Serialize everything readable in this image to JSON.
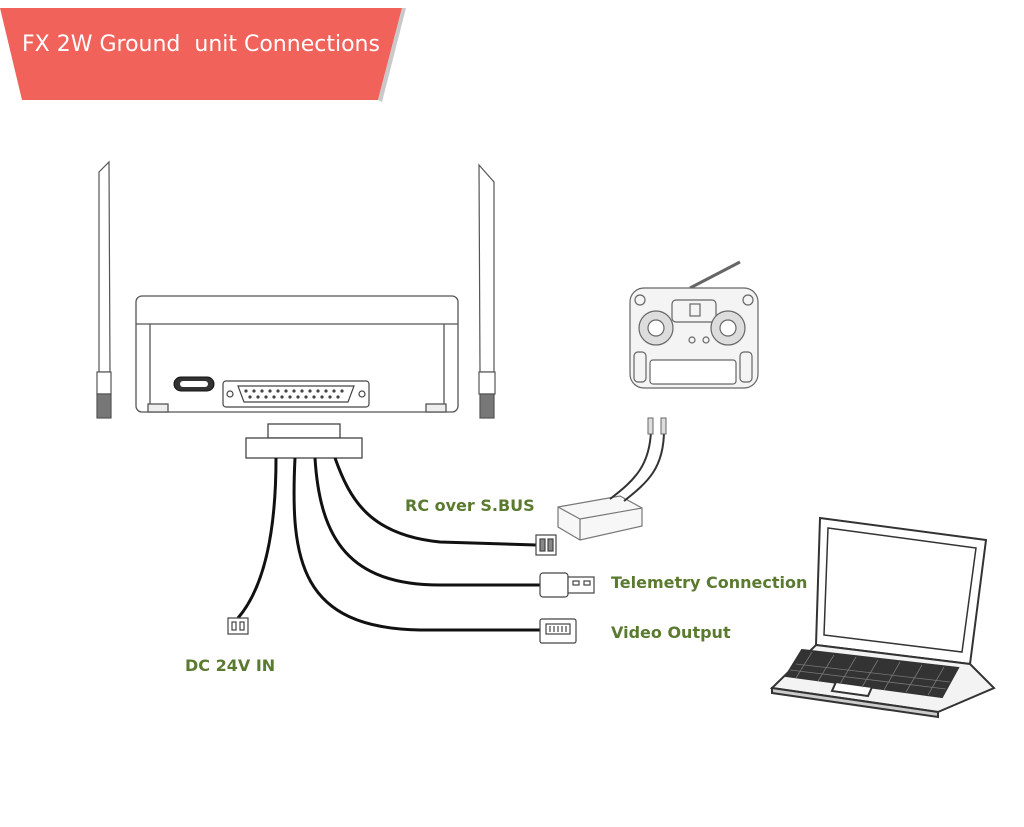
{
  "title": "FX 2W Ground  unit Connections",
  "colors": {
    "banner": "#f0625a",
    "label": "#5a7a30",
    "line": "#111111"
  },
  "labels": {
    "rc": "RC over S.BUS",
    "telemetry": "Telemetry Connection",
    "video": "Video Output",
    "dc": "DC 24V IN"
  },
  "icons": [
    "ground-unit-icon",
    "antenna-icon",
    "usb-c-port-icon",
    "db-connector-icon",
    "rc-transmitter-icon",
    "sbus-receiver-icon",
    "usb-plug-icon",
    "rj45-plug-icon",
    "dc-plug-icon",
    "laptop-icon"
  ]
}
